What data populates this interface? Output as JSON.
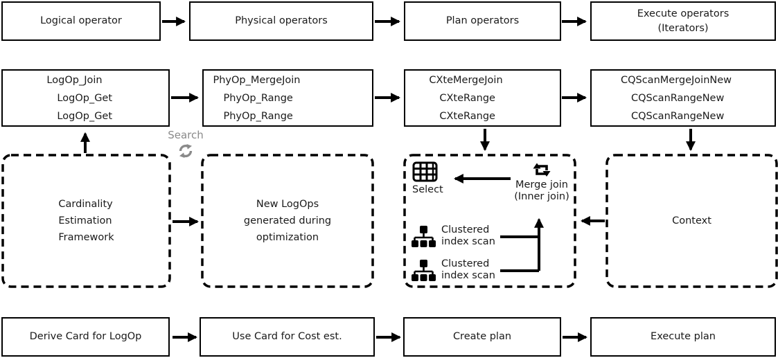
{
  "title": "Query optimization pipeline diagram",
  "row1": {
    "b1": {
      "l1": "Logical operator"
    },
    "b2": {
      "l1": "Physical operators"
    },
    "b3": {
      "l1": "Plan operators"
    },
    "b4": {
      "l1": "Execute operators",
      "l2": "(Iterators)"
    }
  },
  "row2": {
    "b1": {
      "l1": "LogOp_Join",
      "l2": "LogOp_Get",
      "l3": "LogOp_Get"
    },
    "b2": {
      "l1": "PhyOp_MergeJoin",
      "l2": "PhyOp_Range",
      "l3": "PhyOp_Range"
    },
    "b3": {
      "l1": "CXteMergeJoin",
      "l2": "CXteRange",
      "l3": "CXteRange"
    },
    "b4": {
      "l1": "CQScanMergeJoinNew",
      "l2": "CQScanRangeNew",
      "l3": "CQScanRangeNew"
    }
  },
  "search": {
    "label": "Search",
    "icon": "refresh-cycle-icon",
    "color": "#8a8a8a"
  },
  "row3": {
    "cardinality": {
      "l1": "Cardinality",
      "l2": "Estimation",
      "l3": "Framework"
    },
    "new_logops": {
      "l1": "New LogOps",
      "l2": "generated during",
      "l3": "optimization"
    },
    "plan": {
      "select": {
        "label": "Select",
        "icon": "table-grid-icon"
      },
      "merge_join": {
        "l1": "Merge join",
        "l2": "(Inner join)",
        "icon": "loop-repeat-icon"
      },
      "scan1": {
        "l1": "Clustered",
        "l2": "index scan",
        "icon": "index-tree-icon"
      },
      "scan2": {
        "l1": "Clustered",
        "l2": "index scan",
        "icon": "index-tree-icon"
      }
    },
    "context": {
      "l1": "Context"
    }
  },
  "row4": {
    "b1": {
      "l1": "Derive Card for LogOp"
    },
    "b2": {
      "l1": "Use Card for Cost est."
    },
    "b3": {
      "l1": "Create plan"
    },
    "b4": {
      "l1": "Execute plan"
    }
  },
  "colors": {
    "stroke": "#000000",
    "text": "#1a1a1a",
    "muted_gray": "#8a8a8a",
    "background": "#ffffff"
  }
}
